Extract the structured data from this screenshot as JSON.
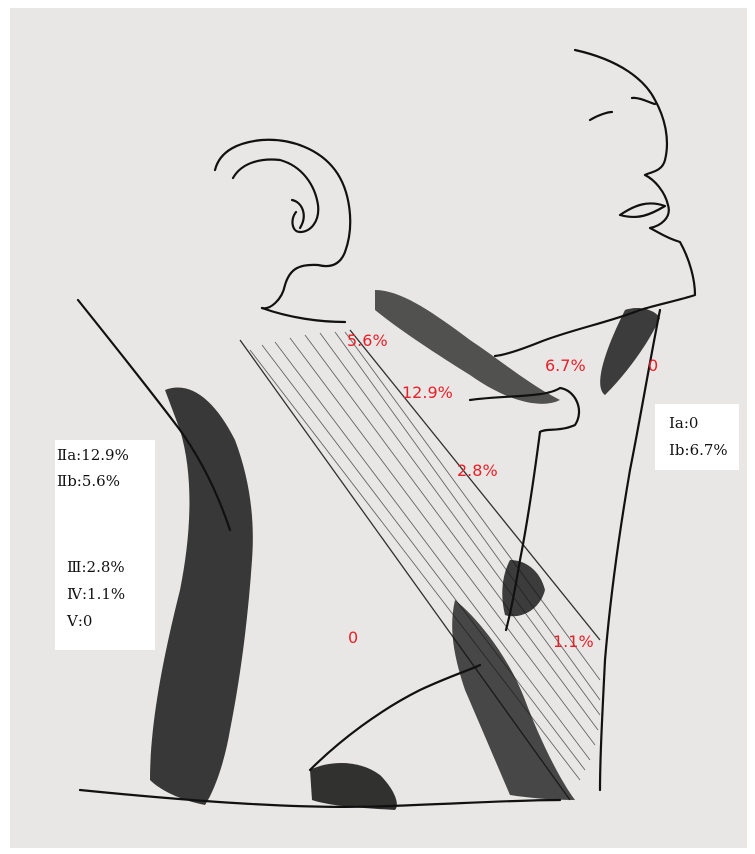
{
  "colors": {
    "paper": "#e8e7e5",
    "ink": "#111111",
    "annotation": "#e8202a",
    "legend_bg": "#ffffff"
  },
  "annotations": {
    "level_IIb": "5.6%",
    "level_Ib": "6.7%",
    "level_Ia": "0",
    "level_IIa": "12.9%",
    "level_III": "2.8%",
    "level_IV": "1.1%",
    "level_V": "0"
  },
  "legend_left": {
    "items": [
      "Ⅱa:12.9%",
      "Ⅱb:5.6%",
      "Ⅲ:2.8%",
      "Ⅳ:1.1%",
      "Ⅴ:0"
    ]
  },
  "legend_right": {
    "items": [
      "Ⅰa:0",
      "Ⅰb:6.7%"
    ]
  }
}
